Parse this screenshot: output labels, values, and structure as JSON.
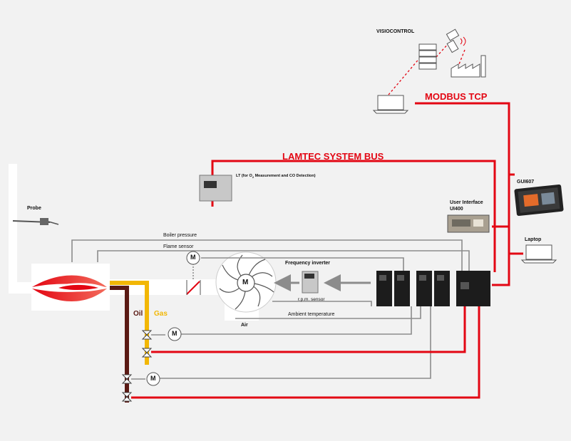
{
  "labels": {
    "visiocontrol": "VISIOCONTROL",
    "modbus_tcp": "MODBUS TCP",
    "lamtec_system_bus": "LAMTEC SYSTEM BUS",
    "lt_unit": "LT (for O",
    "lt_unit_sub": "2",
    "lt_unit_rest": " Measurement and CO Detection)",
    "probe": "Probe",
    "gui607": "GUI607",
    "user_interface": "User Interface",
    "ui400": "UI400",
    "laptop": "Laptop",
    "boiler_pressure": "Boiler pressure",
    "flame_sensor": "Flame sensor",
    "frequency_inverter": "Frequency inverter",
    "rpm_sensor": "r.p.m. sensor",
    "ambient_temperature": "Ambient temperature",
    "air": "Air",
    "oil": "Oil",
    "gas": "Gas",
    "motor": "M"
  },
  "colors": {
    "bus_red": "#e30613",
    "oil_brown": "#5a1a14",
    "gas_yellow": "#f2b705",
    "signal_gray": "#8c8c8c",
    "background": "#f2f2f2"
  }
}
